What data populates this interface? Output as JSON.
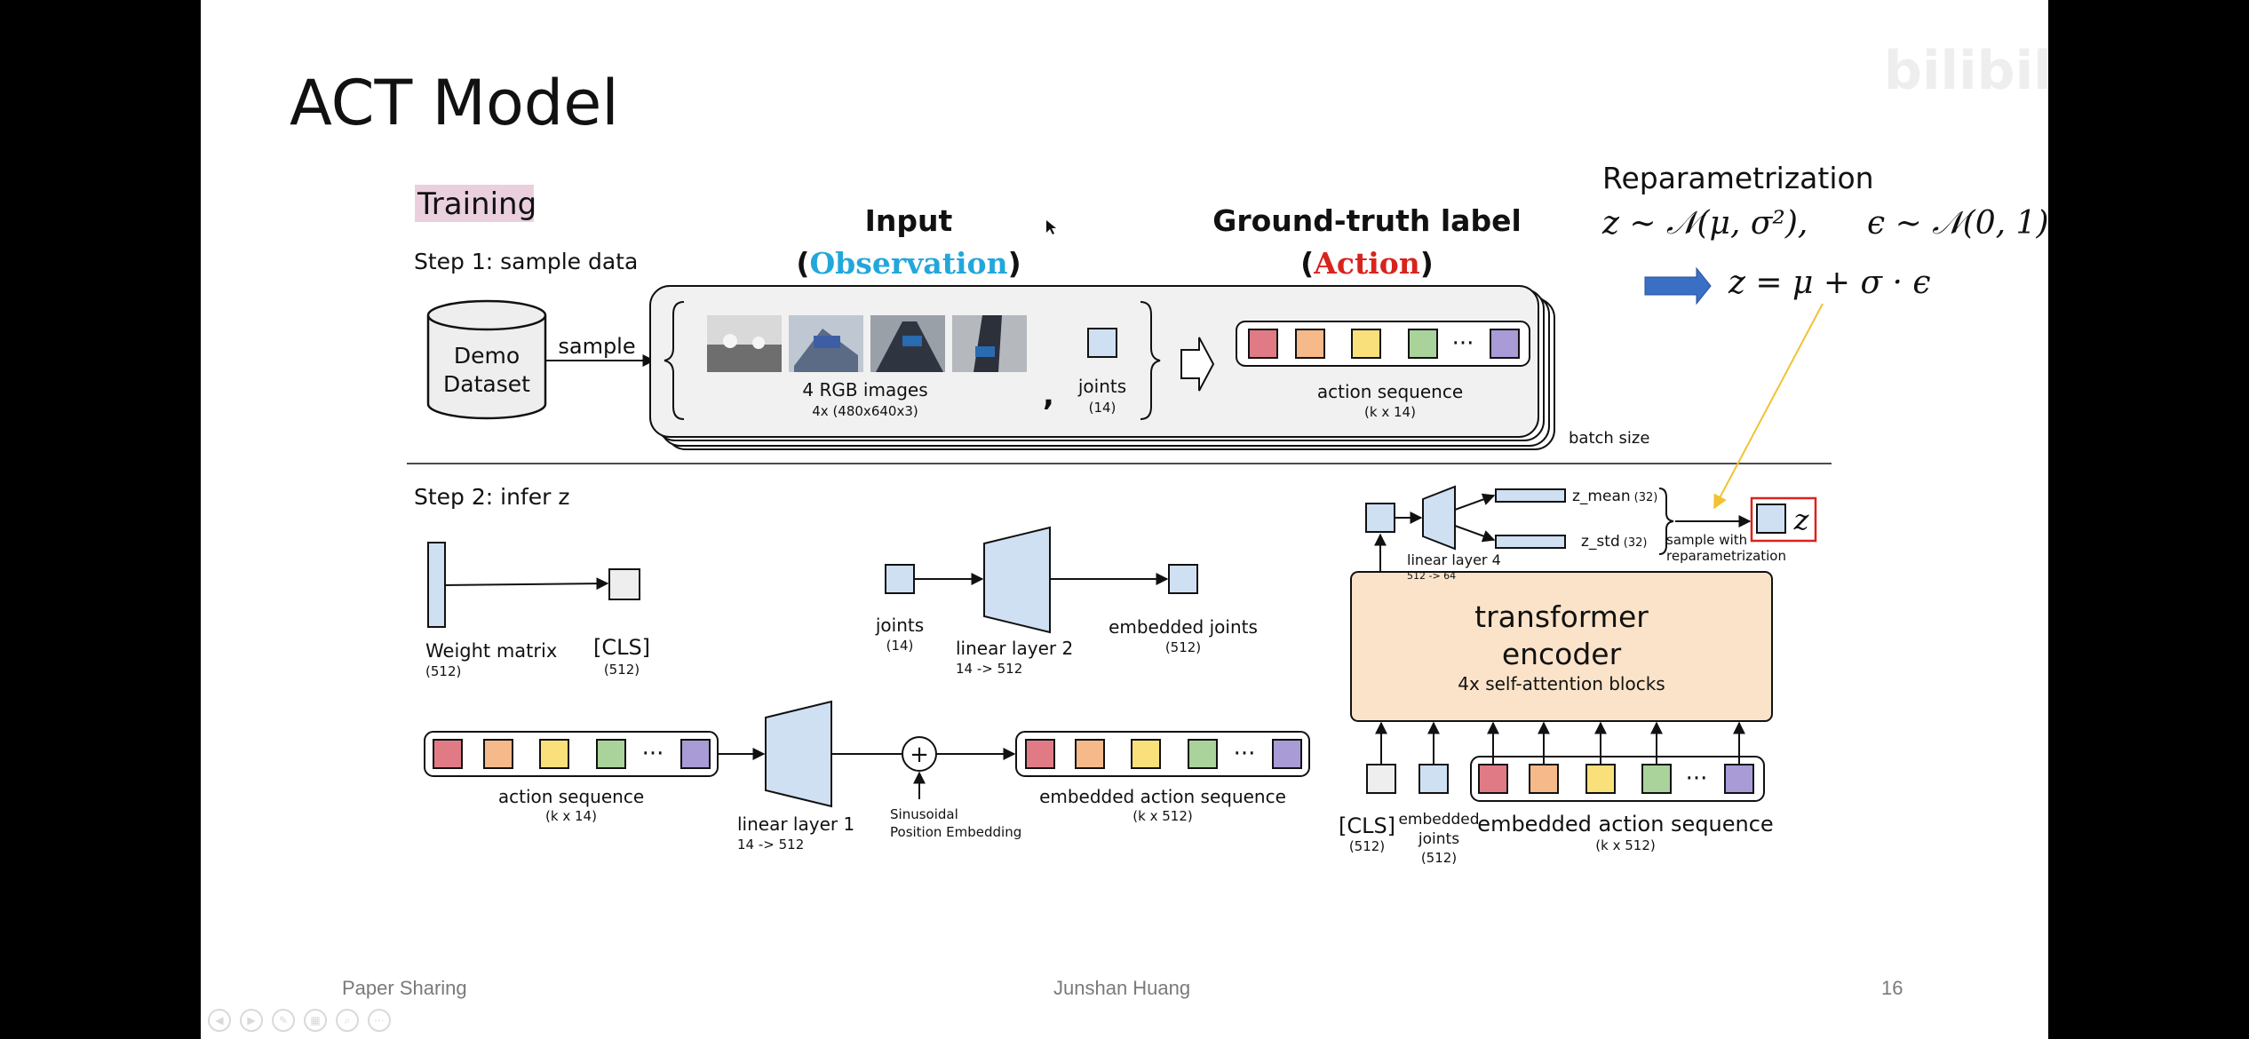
{
  "slide": {
    "title": "ACT Model",
    "watermark": "bilibili",
    "training_label": "Training",
    "step1_label": "Step 1: sample data",
    "step2_label": "Step 2: infer z"
  },
  "step1": {
    "input_heading": "Input",
    "observation_word": "Observation",
    "ground_truth_heading": "Ground-truth label",
    "action_word": "Action",
    "dataset_line1": "Demo",
    "dataset_line2": "Dataset",
    "sample_label": "sample",
    "images_label": "4 RGB images",
    "images_dim": "4x (480x640x3)",
    "comma": ",",
    "joints_label": "joints",
    "joints_dim": "(14)",
    "action_seq_label": "action sequence",
    "action_seq_dim": "(k x 14)",
    "batch_size_label": "batch size",
    "ellipsis": "···"
  },
  "reparam": {
    "title": "Reparametrization",
    "formula_z": "z ∼ 𝒩(μ, σ²),",
    "formula_eps": "ϵ ∼ 𝒩(0, 1)",
    "result": "z = μ + σ · ϵ"
  },
  "step2": {
    "weight_matrix_label": "Weight matrix",
    "weight_matrix_dim": "(512)",
    "cls_label": "[CLS]",
    "cls_dim": "(512)",
    "joints_label": "joints",
    "joints_dim": "(14)",
    "linear2_label": "linear layer 2",
    "linear2_dim": "14 -> 512",
    "embedded_joints_label": "embedded joints",
    "embedded_joints_dim": "(512)",
    "action_seq_label": "action sequence",
    "action_seq_dim": "(k x 14)",
    "linear1_label": "linear layer 1",
    "linear1_dim": "14 -> 512",
    "plus_symbol": "+",
    "pos_emb_line1": "Sinusoidal",
    "pos_emb_line2": "Position Embedding",
    "emb_action_seq_label": "embedded action sequence",
    "emb_action_seq_dim": "(k x 512)",
    "linear4_label": "linear layer 4",
    "linear4_dim": "512 -> 64",
    "z_mean_label": "z_mean",
    "z_mean_dim": "(32)",
    "z_std_label": "z_std",
    "z_std_dim": "(32)",
    "sample_with_line1": "sample with",
    "sample_with_line2": "reparametrization",
    "z_symbol": "z",
    "encoder_line1": "transformer",
    "encoder_line2": "encoder",
    "encoder_sub": "4x self-attention blocks",
    "in_cls_label": "[CLS]",
    "in_cls_dim": "(512)",
    "in_emb_joints_line1": "embedded",
    "in_emb_joints_line2": "joints",
    "in_emb_joints_dim": "(512)",
    "in_emb_action_label": "embedded action sequence",
    "in_emb_action_dim": "(k x 512)",
    "ellipsis": "···"
  },
  "footer": {
    "left": "Paper Sharing",
    "center": "Junshan Huang",
    "page": "16"
  },
  "colors": {
    "token_red": "#e07b86",
    "token_orange": "#f6b98a",
    "token_yellow": "#f9e07a",
    "token_green": "#a9d39a",
    "token_purple": "#a89bd6",
    "token_blue": "#cfe0f3",
    "token_gray": "#eeeeee",
    "encoder_fill": "#fbe3c9",
    "observation_blue": "#22a7db",
    "action_red": "#d9231d",
    "arrow_blue": "#3a6fc4",
    "training_highlight": "#ead0de"
  }
}
